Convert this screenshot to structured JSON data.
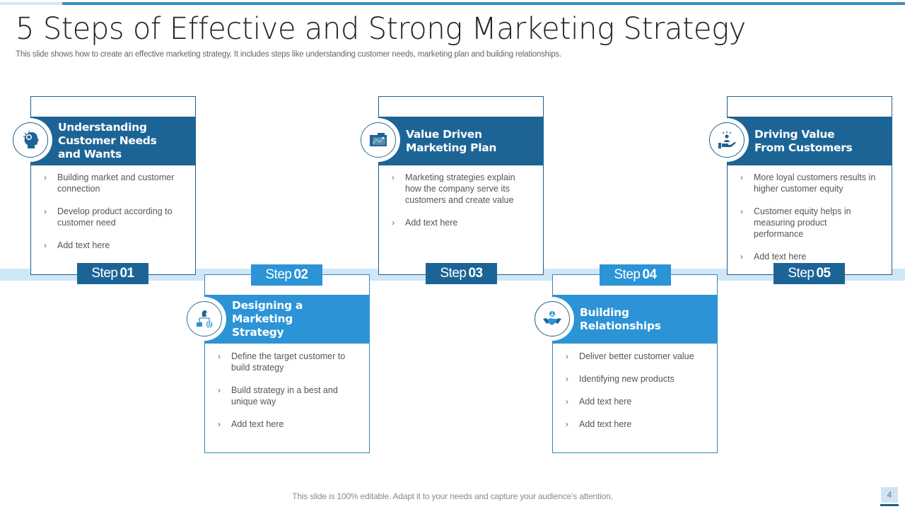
{
  "slide": {
    "title": "5 Steps of Effective and Strong Marketing Strategy",
    "subtitle": "This slide shows how to create an effective marketing strategy. It includes steps like understanding customer needs, marketing plan and building relationships.",
    "footer": "This slide is 100% editable. Adapt it to your needs and capture your audience’s attention.",
    "page_number": "4"
  },
  "colors": {
    "dark_blue": "#1d6496",
    "light_blue": "#2b93d6",
    "band": "#cfe8f8",
    "top_accent": "#3d8fbe"
  },
  "steps": [
    {
      "step_word": "Step",
      "step_num": "01",
      "title": "Understanding Customer Needs and Wants",
      "icon": "head-lightbulb-icon",
      "bullets": [
        "Building market and customer connection",
        "Develop product according to customer need",
        "Add text here"
      ]
    },
    {
      "step_word": "Step",
      "step_num": "02",
      "title": "Designing a Marketing Strategy",
      "icon": "chess-knight-puzzle-gear-icon",
      "bullets": [
        "Define the target customer to build strategy",
        "Build strategy in a best and unique way",
        "Add text here"
      ]
    },
    {
      "step_word": "Step",
      "step_num": "03",
      "title": "Value Driven Marketing Plan",
      "icon": "blueprint-map-icon",
      "bullets": [
        "Marketing strategies explain how the company serve its customers and create value",
        "Add text here"
      ]
    },
    {
      "step_word": "Step",
      "step_num": "04",
      "title": "Building Relationships",
      "icon": "handshake-icon",
      "bullets": [
        "Deliver better customer value",
        "Identifying new products",
        "Add text here",
        "Add text here"
      ]
    },
    {
      "step_word": "Step",
      "step_num": "05",
      "title": "Driving Value From Customers",
      "icon": "hand-customer-stars-icon",
      "bullets": [
        "More loyal customers results in higher customer equity",
        "Customer equity helps in measuring product performance",
        "Add text here"
      ]
    }
  ]
}
